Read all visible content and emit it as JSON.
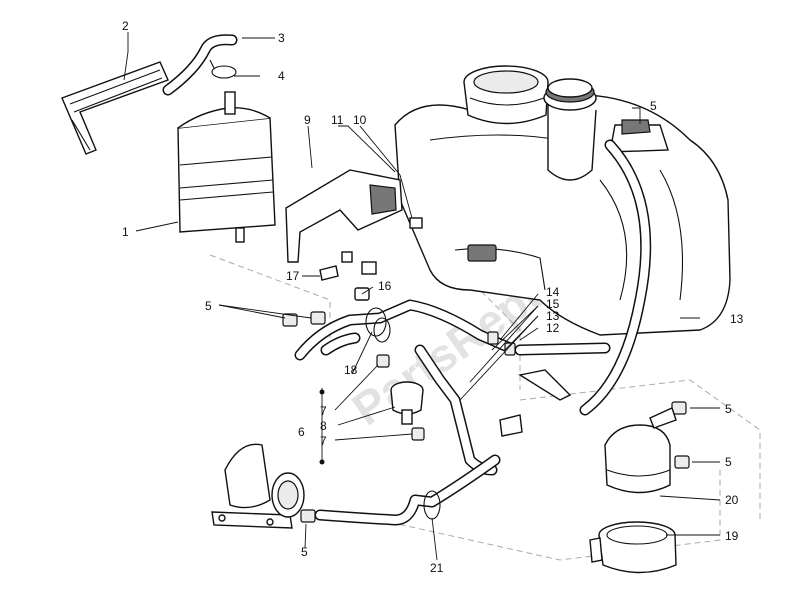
{
  "watermark": "PartsRepublik",
  "callouts": {
    "c1": "1",
    "c2": "2",
    "c3": "3",
    "c4": "4",
    "c5a": "5",
    "c5b": "5",
    "c5c": "5",
    "c5d": "5",
    "c5e": "5",
    "c6": "6",
    "c7a": "7",
    "c7b": "7",
    "c8": "8",
    "c9": "9",
    "c10": "10",
    "c11": "11",
    "c12": "12",
    "c13a": "13",
    "c13b": "13",
    "c14": "14",
    "c15": "15",
    "c16": "16",
    "c17": "17",
    "c18": "18",
    "c19": "19",
    "c20": "20",
    "c21": "21"
  }
}
